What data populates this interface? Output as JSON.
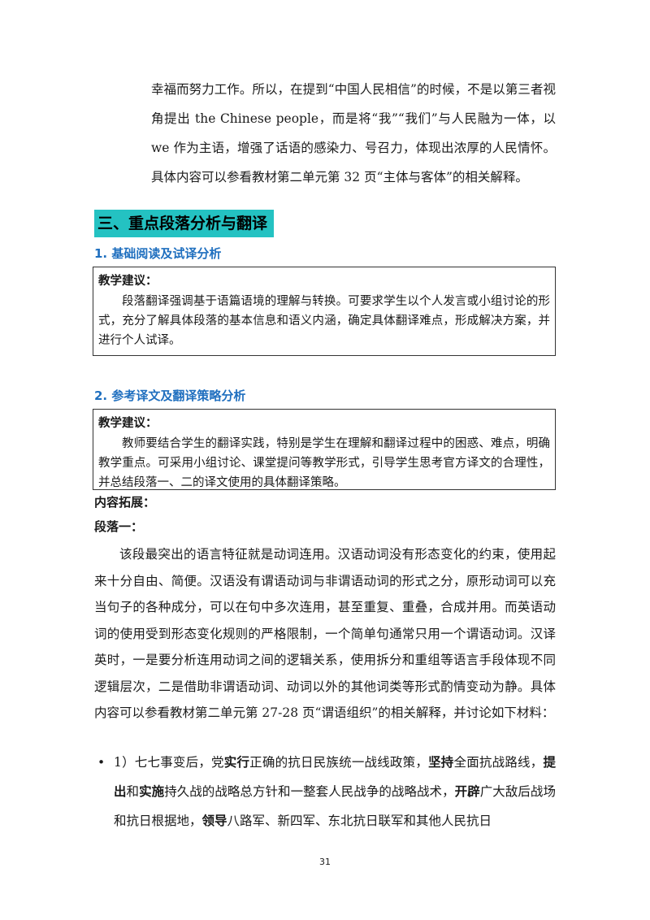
{
  "intro": {
    "text": "幸福而努力工作。所以，在提到“中国人民相信”的时候，不是以第三者视角提出 the Chinese people，而是将“我”“我们”与人民融为一体，以 we 作为主语，增强了话语的感染力、号召力，体现出浓厚的人民情怀。具体内容可以参看教材第二单元第 32 页“主体与客体”的相关解释。"
  },
  "section": {
    "title": "三、重点段落分析与翻译"
  },
  "sub1": {
    "title": "1.  基础阅读及试译分析",
    "box_label": "教学建议：",
    "box_text": "段落翻译强调基于语篇语境的理解与转换。可要求学生以个人发言或小组讨论的形式，充分了解具体段落的基本信息和语义内涵，确定具体翻译难点，形成解决方案，并进行个人试译。"
  },
  "sub2": {
    "title": "2. 参考译文及翻译策略分析",
    "box_label": "教学建议：",
    "box_text": "教师要结合学生的翻译实践，特别是学生在理解和翻译过程中的困惑、难点，明确教学重点。可采用小组讨论、课堂提问等教学形式，引导学生思考官方译文的合理性，并总结段落一、二的译文使用的具体翻译策略。"
  },
  "expansion": {
    "label": "内容拓展：",
    "para_label": "段落一：",
    "para_text": "该段最突出的语言特征就是动词连用。汉语动词没有形态变化的约束，使用起来十分自由、简便。汉语没有谓语动词与非谓语动词的形式之分，原形动词可以充当句子的各种成分，可以在句中多次连用，甚至重复、重叠，合成并用。而英语动词的使用受到形态变化规则的严格限制，一个简单句通常只用一个谓语动词。汉译英时，一是要分析连用动词之间的逻辑关系，使用拆分和重组等语言手段体现不同逻辑层次，二是借助非谓语动词、动词以外的其他词类等形式酌情变动为静。具体内容可以参看教材第二单元第 27-28 页“谓语组织”的相关解释，并讨论如下材料："
  },
  "bullet": {
    "dot": "•",
    "t1": "1）七七事变后，党",
    "b1": "实行",
    "t2": "正确的抗日民族统一战线政策，",
    "b2": "坚持",
    "t3": "全面抗战路线，",
    "b3": "提出",
    "t4": "和",
    "b4": "实施",
    "t5": "持久战的战略总方针和一整套人民战争的战略战术，",
    "b5": "开辟",
    "t6": "广大敌后战场和抗日根据地，",
    "b6": "领导",
    "t7": "八路军、新四军、东北抗日联军和其他人民抗日"
  },
  "footer": {
    "page_number": "31"
  }
}
